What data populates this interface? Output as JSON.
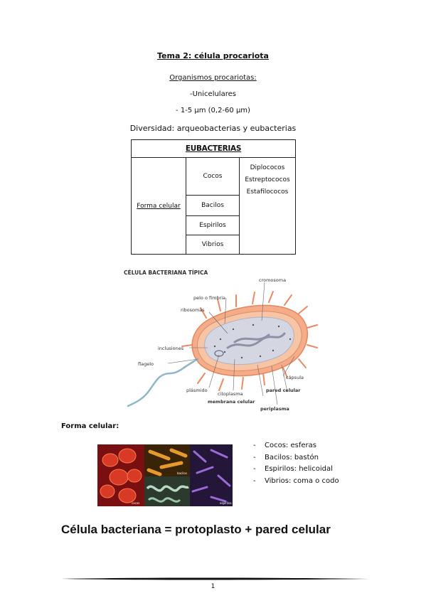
{
  "title": "Tema 2: célula procariota",
  "organisms_heading": "Organismos procariotas:",
  "unicellular": "-Unicelulares",
  "size": "- 1-5 µm  (0,2-60 µm)",
  "diversity": "Diversidad: arqueobacterias y eubacterias",
  "table": {
    "header": "EUBACTERIAS",
    "row_label": "Forma celular",
    "shapes": [
      "Cocos",
      "Bacilos",
      "Espirilos",
      "Vibrios"
    ],
    "cocci_types": [
      "Diplococos",
      "Estreptococos",
      "Estafilococos"
    ]
  },
  "diagram": {
    "title": "CÉLULA BACTERIANA TÍPICA",
    "labels": {
      "cromosoma": "cromosoma",
      "pelo": "pelo o fimbria",
      "ribosomas": "ribosomas",
      "inclusiones": "inclusiones",
      "flagelo": "flagelo",
      "plasmido": "plásmido",
      "citoplasma": "citoplasma",
      "membrana": "membrana celular",
      "periplasma": "periplasma",
      "pared": "pared celular",
      "capsula": "cápsula"
    }
  },
  "forma_heading": "Forma celular:",
  "photo_labels": {
    "p1": "cocos",
    "p2": "bacilos",
    "p3": "espirilos"
  },
  "shape_list": [
    "Cocos: esferas",
    "Bacilos: bastón",
    "Espirilos: helicoidal",
    "Vibrios: coma o codo"
  ],
  "formula": "Célula bacteriana = protoplasto + pared celular",
  "page_number": "1",
  "colors": {
    "capsule": "#f2a07a",
    "cytoplasm": "#d4d6e2",
    "chromosome": "#8f8fa8"
  }
}
